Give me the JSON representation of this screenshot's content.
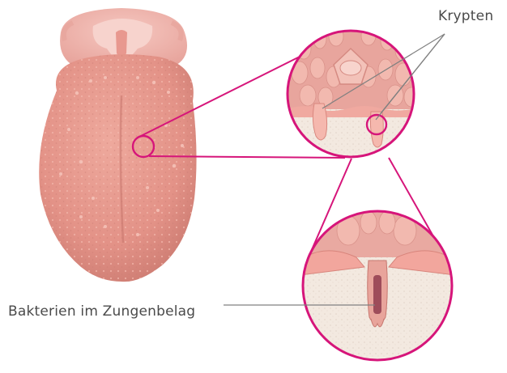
{
  "labels": {
    "crypts": "Krypten",
    "bacteria": "Bakterien im Zungenbelag"
  },
  "colors": {
    "callout_accent": "#d6157a",
    "tongue": "#e7968b",
    "tongue_shadow": "#d17d74",
    "palate": "#f0b3ac",
    "papillae": "#f2b7ad",
    "tissue": "#f3e9e0",
    "leader_line": "#808080",
    "label_text": "#4a4a4a"
  },
  "icons": {
    "crypt_zoom": "magnifier-circle-crypts",
    "bacteria_zoom": "magnifier-circle-bacteria",
    "tongue": "tongue-illustration"
  }
}
